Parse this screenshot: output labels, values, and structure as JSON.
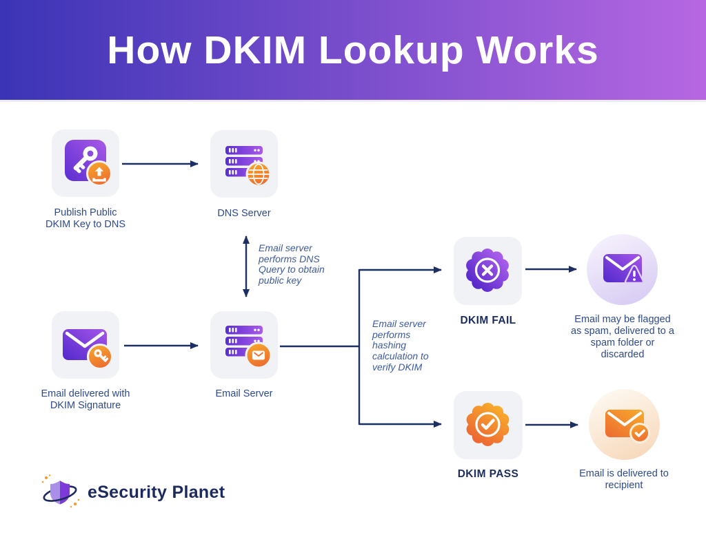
{
  "header": {
    "title": "How DKIM Lookup Works"
  },
  "nodes": {
    "publish_key": {
      "label": "Publish Public\nDKIM Key to DNS",
      "icon": "key-upload-icon"
    },
    "dns_server": {
      "label": "DNS Server",
      "icon": "server-globe-icon"
    },
    "email_signature": {
      "label": "Email delivered with\nDKIM Signature",
      "icon": "envelope-key-icon"
    },
    "email_server": {
      "label": "Email Server",
      "icon": "server-envelope-icon"
    },
    "dkim_fail": {
      "label": "DKIM FAIL",
      "icon": "fail-seal-icon"
    },
    "dkim_pass": {
      "label": "DKIM PASS",
      "icon": "pass-seal-icon"
    },
    "spam_result": {
      "label": "Email may be flagged\nas spam, delivered to a\nspam folder or\ndiscarded",
      "icon": "envelope-warning-icon"
    },
    "delivered_result": {
      "label": "Email is delivered to\nrecipient",
      "icon": "envelope-check-icon"
    }
  },
  "annotations": {
    "dns_query": "Email server\nperforms DNS\nQuery to obtain\npublic key",
    "hashing": "Email server\nperforms\nhashing\ncalculation to\nverify DKIM"
  },
  "logo": {
    "text": "eSecurity Planet",
    "icon": "shield-planet-icon"
  },
  "colors": {
    "header_grad_start": "#3b34b6",
    "header_grad_end": "#b767e2",
    "title_text": "#ffffff",
    "card_bg": "#f1f2f6",
    "arrow": "#1b2f63",
    "label_text": "#2e4a8c",
    "result_label_text": "#1b2c5e",
    "annotation_text": "#3d5a9c",
    "icon_purple_dark": "#5b2ed0",
    "icon_purple_light": "#a95ae8",
    "icon_orange_light": "#f7ab2a",
    "icon_orange_dark": "#ee7030",
    "spam_circle_top": "#f3eefc",
    "spam_circle_bottom": "#d6caf3",
    "delivered_circle_top": "#fdf6ec",
    "delivered_circle_bottom": "#f7d7b8"
  }
}
